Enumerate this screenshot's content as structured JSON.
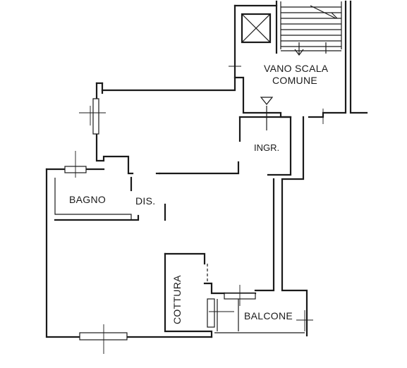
{
  "rooms": {
    "stair_line1": "VANO SCALA",
    "stair_line2": "COMUNE",
    "entrance": "INGR.",
    "bathroom": "BAGNO",
    "hall": "DIS.",
    "kitchen": "COTTURA",
    "balcony": "BALCONE"
  },
  "colors": {
    "ink": "#1a1a1a",
    "paper": "#ffffff"
  }
}
